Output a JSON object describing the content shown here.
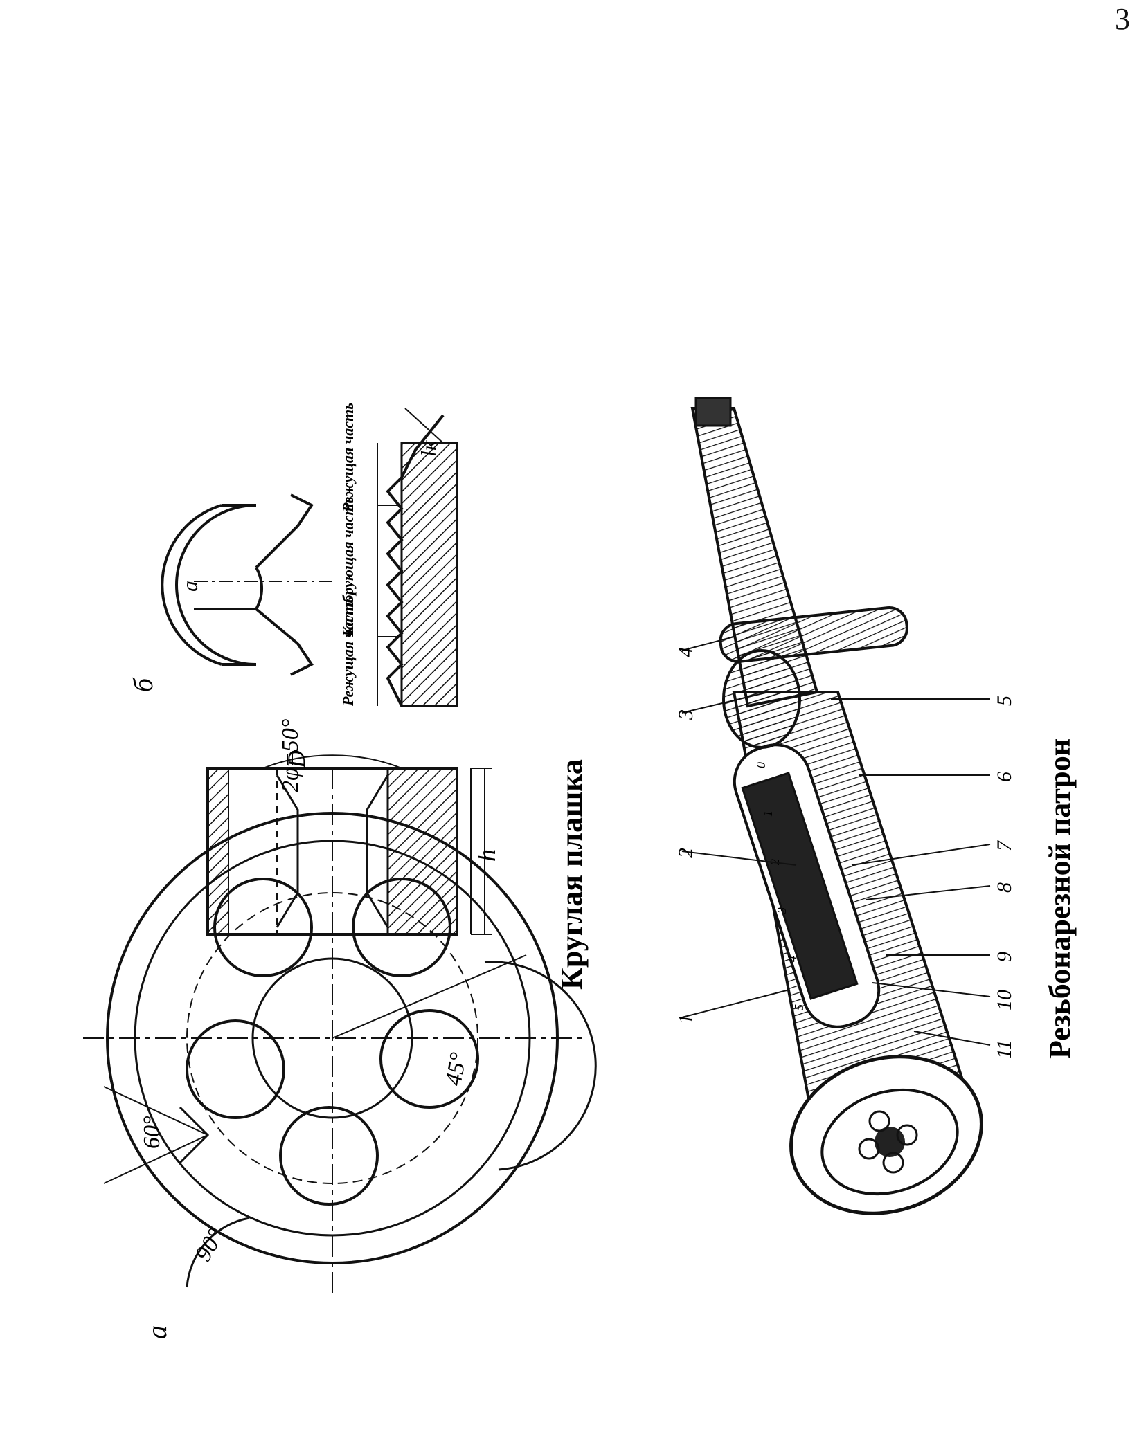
{
  "page_number": "3",
  "die_figure": {
    "title": "Круглая плашка",
    "label_a": "а",
    "label_b": "б",
    "angle_60": "60°",
    "angle_90": "90°",
    "angle_45": "45°",
    "angle_2phi": "2φ=50°",
    "dim_D": "D",
    "dim_h": "h",
    "dim_a": "a",
    "dim_lk": "lк",
    "zone_cutting_1": "Режущая часть",
    "zone_calibrating": "Калибрующая часть",
    "zone_cutting_2": "Режущая часть"
  },
  "chuck_figure": {
    "title": "Резьбонарезной патрон",
    "callouts": [
      "1",
      "2",
      "3",
      "4",
      "5",
      "6",
      "7",
      "8",
      "9",
      "10",
      "11"
    ],
    "scale_marks": [
      "0",
      "1",
      "2",
      "3",
      "4",
      "5"
    ]
  }
}
